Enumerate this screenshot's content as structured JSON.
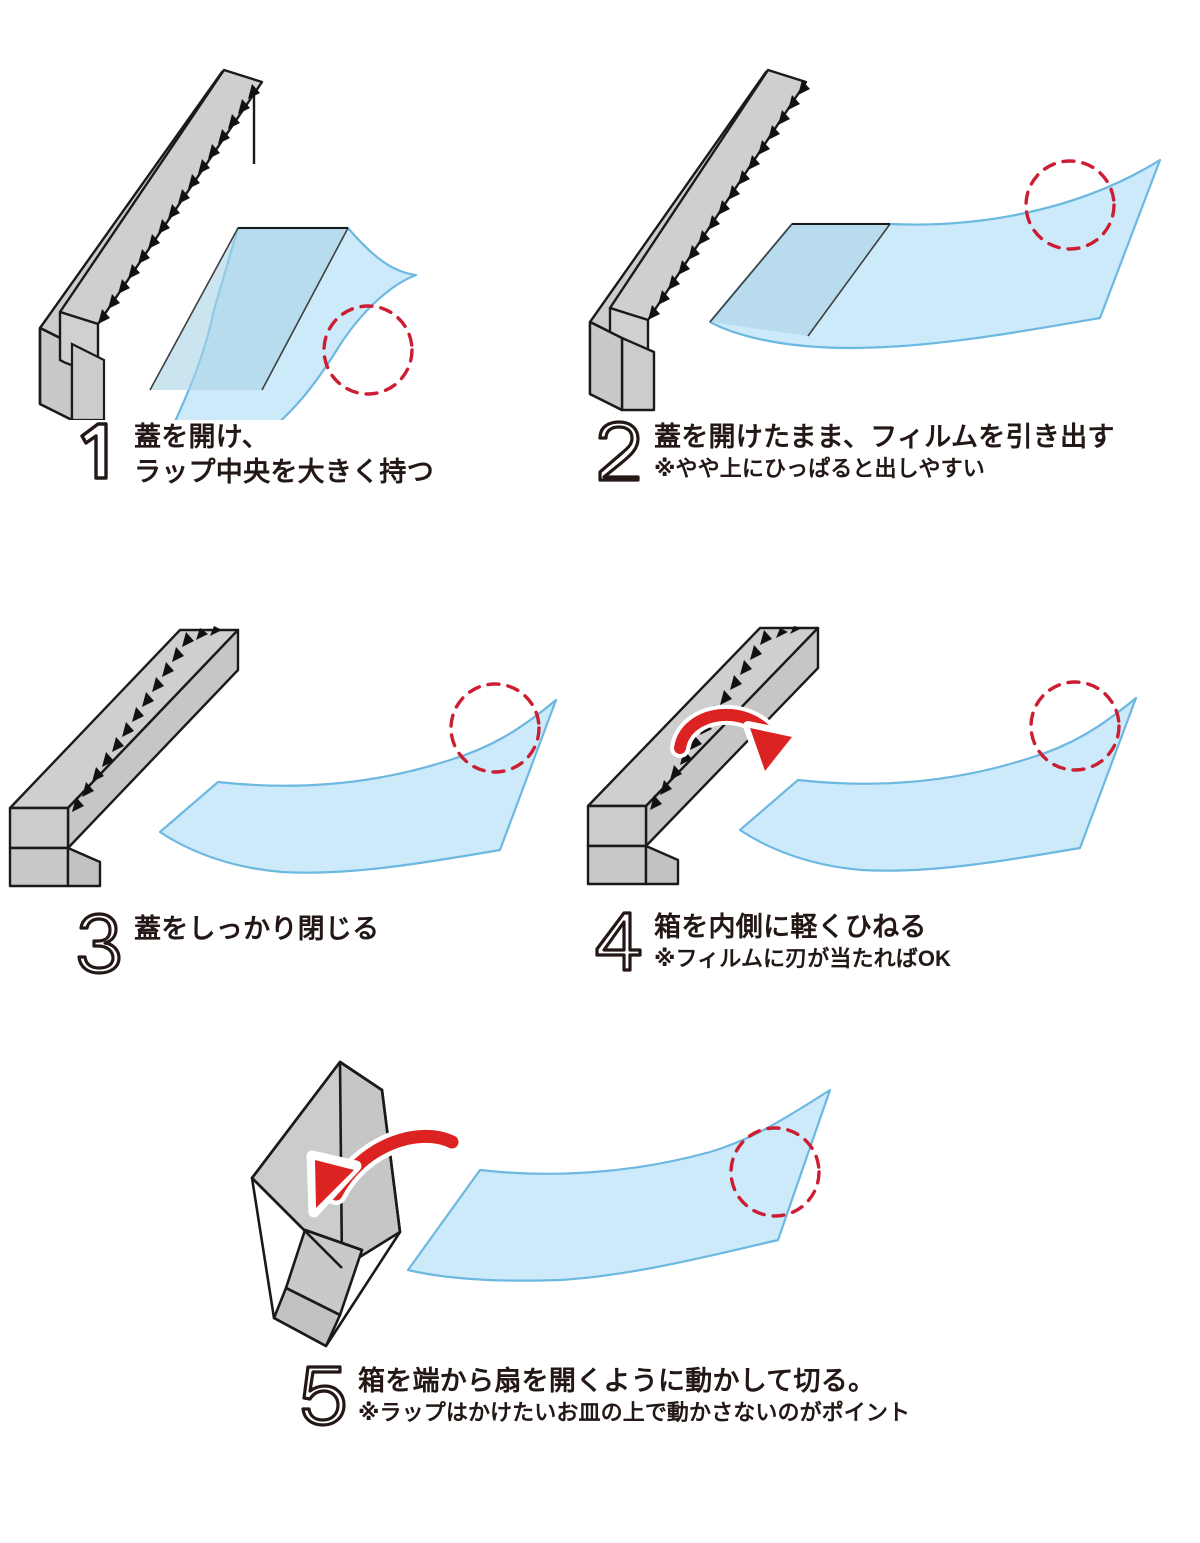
{
  "document": {
    "title": "ラップの切り方 手順図",
    "language": "ja"
  },
  "colors": {
    "film_fill": "#cdeafa",
    "film_fill_dark": "#a9d3e6",
    "film_stroke": "#6cb8e0",
    "box_fill": "#cccccc",
    "box_fill_light": "#d6d6d6",
    "box_stroke": "#1a1a1a",
    "highlight_circle": "#cc1e32",
    "arrow_red": "#dd2222",
    "arrow_outline": "#ffffff",
    "text": "#231815"
  },
  "steps": [
    {
      "number": "1",
      "lines": [
        "蓋を開け、",
        "ラップ中央を大きく持つ"
      ],
      "note": "",
      "illustration": {
        "name": "wrap-box-lid-open-film-held",
        "box_state": "lid-open",
        "film_state": "hanging-center",
        "has_arrow": false,
        "has_highlight_circle": true
      }
    },
    {
      "number": "2",
      "lines": [
        "蓋を開けたまま、フィルムを引き出す"
      ],
      "note": "※やや上にひっぱると出しやすい",
      "illustration": {
        "name": "wrap-box-lid-open-film-pulled",
        "box_state": "lid-open",
        "film_state": "pulled-wide",
        "has_arrow": false,
        "has_highlight_circle": true
      }
    },
    {
      "number": "3",
      "lines": [
        "蓋をしっかり閉じる"
      ],
      "note": "",
      "illustration": {
        "name": "wrap-box-lid-closed",
        "box_state": "lid-closed",
        "film_state": "pulled-wide",
        "has_arrow": false,
        "has_highlight_circle": true
      }
    },
    {
      "number": "4",
      "lines": [
        "箱を内側に軽くひねる"
      ],
      "note": "※フィルムに刃が当たればOK",
      "illustration": {
        "name": "wrap-box-twist-inward",
        "box_state": "lid-closed",
        "film_state": "pulled-wide",
        "has_arrow": true,
        "arrow_direction": "twist-inward-down",
        "has_highlight_circle": true
      }
    },
    {
      "number": "5",
      "lines": [
        "箱を端から扇を開くように動かして切る。"
      ],
      "note": "※ラップはかけたいお皿の上で動かさないのがポイント",
      "illustration": {
        "name": "wrap-box-fan-sweep-cut",
        "box_state": "lid-closed-rotated",
        "film_state": "pulled-wide",
        "has_arrow": true,
        "arrow_direction": "sweep-left",
        "has_highlight_circle": true
      }
    }
  ]
}
